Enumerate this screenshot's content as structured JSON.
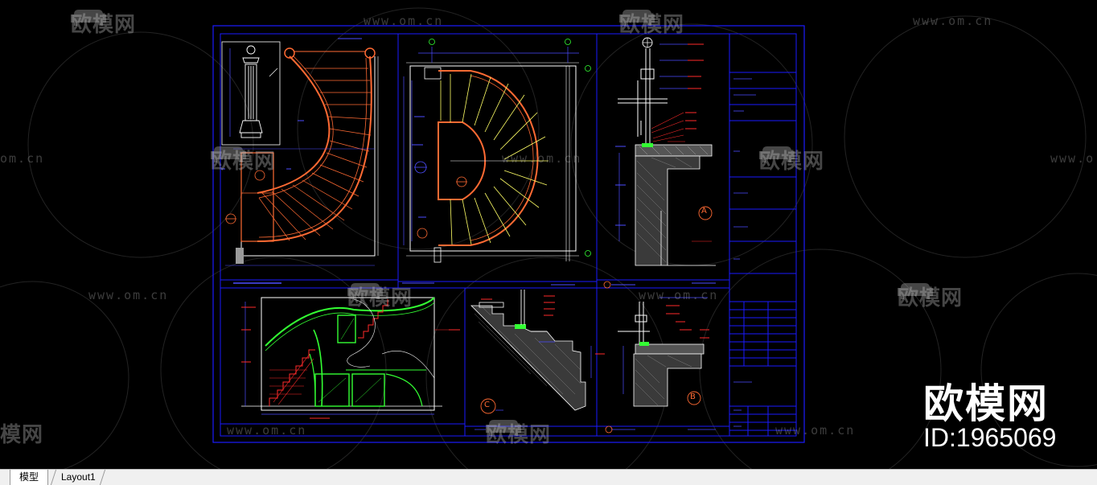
{
  "watermark": {
    "logo_text": "欧模网",
    "url_text": "www.om.cn",
    "url_partial_left": "om.cn",
    "url_partial_right": "www.o",
    "logo_partial_left": "模网"
  },
  "branding": {
    "name": "欧模网",
    "id_text": "ID:1965069"
  },
  "layout_tabs": [
    {
      "label": "模型",
      "active": true
    },
    {
      "label": "Layout1",
      "active": false
    }
  ],
  "drawing": {
    "detail_markers": [
      "A",
      "B",
      "C"
    ],
    "colors": {
      "background": "#000000",
      "frame": "#1a1aff",
      "construction": "#ffffff",
      "stair_outline": "#ff6a33",
      "stair_red": "#ff2a2a",
      "treads": "#ffff66",
      "rail_green": "#33ff33",
      "dimension": "#4d4dff",
      "hatch": "#bfbfbf"
    }
  }
}
